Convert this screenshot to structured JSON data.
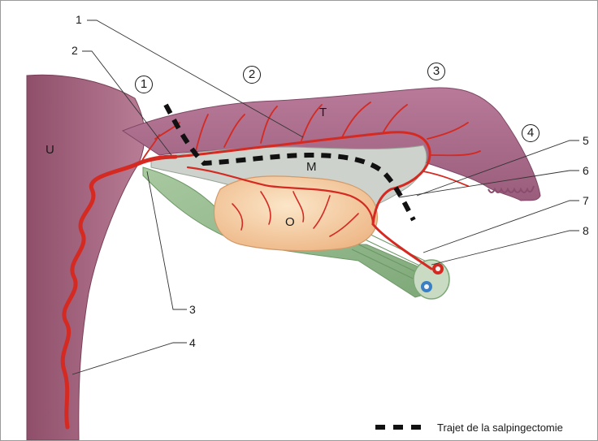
{
  "organ_labels": {
    "uterus": "U",
    "tube": "T",
    "mesosalpinx": "M",
    "ovary": "O"
  },
  "region_labels": [
    "1",
    "2",
    "3",
    "4"
  ],
  "callouts": [
    "1",
    "2",
    "3",
    "4",
    "5",
    "6",
    "7",
    "8"
  ],
  "legend": {
    "label": "Trajet de la salpingectomie"
  },
  "colors": {
    "uterus": "#a0607a",
    "tube": "#a8668a",
    "artery": "#d42a22",
    "mesosalpinx": "#cdd3cc",
    "ligament": "#8fb58a",
    "ovary": "#f6d2a8",
    "vein": "#3a7fc4",
    "dash": "#111111"
  }
}
